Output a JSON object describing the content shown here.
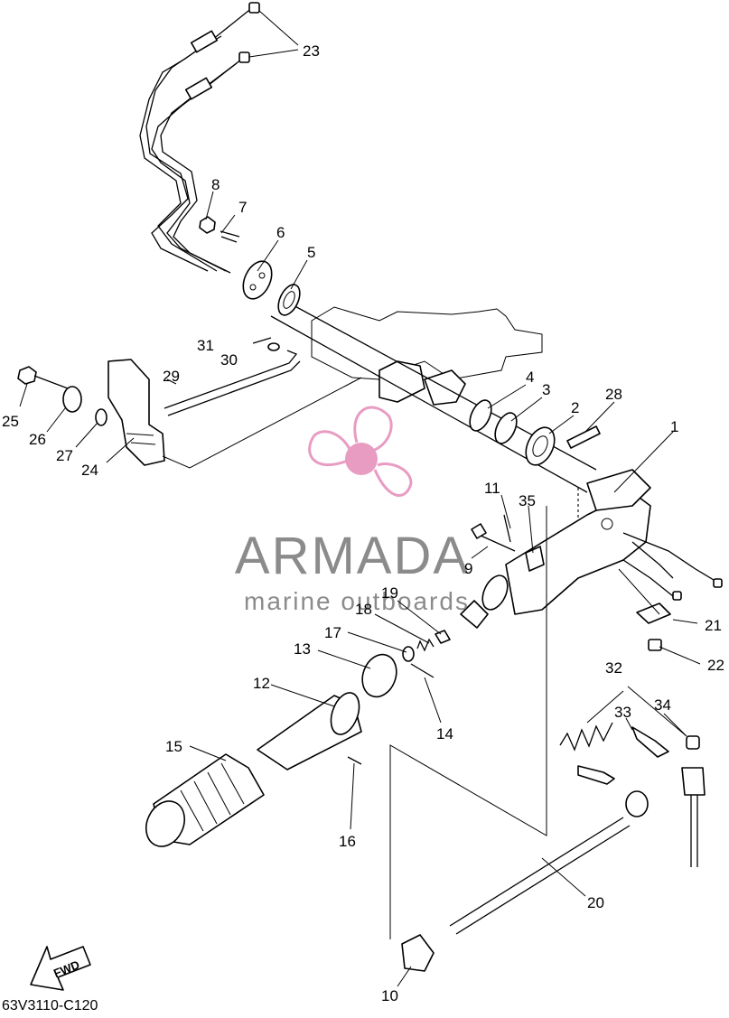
{
  "diagram": {
    "code": "63V3110-C120",
    "direction_label": "FWD",
    "colors": {
      "watermark": "#e48bb8",
      "watermark_text": "#777777",
      "ink": "#000000"
    }
  },
  "watermark": {
    "brand": "ARMADA",
    "tagline": "marine outboards"
  },
  "callouts": [
    {
      "id": "1",
      "text": "1"
    },
    {
      "id": "2",
      "text": "2"
    },
    {
      "id": "3",
      "text": "3"
    },
    {
      "id": "4",
      "text": "4"
    },
    {
      "id": "5",
      "text": "5"
    },
    {
      "id": "6",
      "text": "6"
    },
    {
      "id": "7",
      "text": "7"
    },
    {
      "id": "8",
      "text": "8"
    },
    {
      "id": "9",
      "text": "9"
    },
    {
      "id": "10",
      "text": "10"
    },
    {
      "id": "11",
      "text": "11"
    },
    {
      "id": "12",
      "text": "12"
    },
    {
      "id": "13",
      "text": "13"
    },
    {
      "id": "14",
      "text": "14"
    },
    {
      "id": "15",
      "text": "15"
    },
    {
      "id": "16",
      "text": "16"
    },
    {
      "id": "17",
      "text": "17"
    },
    {
      "id": "18",
      "text": "18"
    },
    {
      "id": "19",
      "text": "19"
    },
    {
      "id": "20",
      "text": "20"
    },
    {
      "id": "21",
      "text": "21"
    },
    {
      "id": "22",
      "text": "22"
    },
    {
      "id": "23",
      "text": "23"
    },
    {
      "id": "24",
      "text": "24"
    },
    {
      "id": "25",
      "text": "25"
    },
    {
      "id": "26",
      "text": "26"
    },
    {
      "id": "27",
      "text": "27"
    },
    {
      "id": "28",
      "text": "28"
    },
    {
      "id": "29",
      "text": "29"
    },
    {
      "id": "30",
      "text": "30"
    },
    {
      "id": "31",
      "text": "31"
    },
    {
      "id": "32",
      "text": "32"
    },
    {
      "id": "33",
      "text": "33"
    },
    {
      "id": "34",
      "text": "34"
    },
    {
      "id": "35",
      "text": "35"
    }
  ]
}
